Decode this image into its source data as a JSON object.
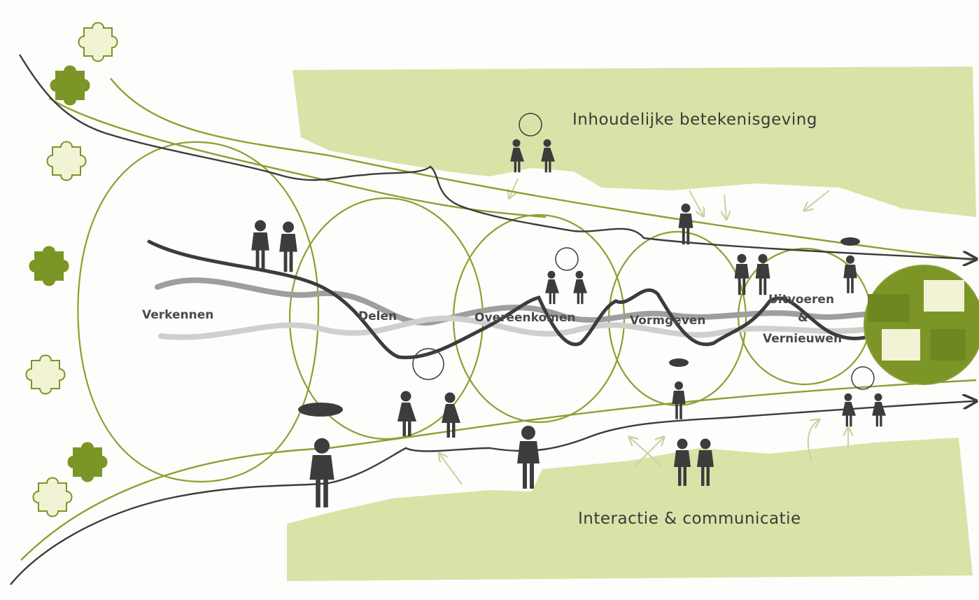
{
  "band_top_label": "Inhoudelijke betekenisgeving",
  "band_bottom_label": "Interactie & communicatie",
  "stages": {
    "s1": "Verkennen",
    "s2": "Delen",
    "s3": "Overeenkomen",
    "s4": "Vormgeven",
    "s5a": "Uitvoeren",
    "s5b": "&",
    "s5c": "Vernieuwen"
  },
  "colors": {
    "band": "#d9e3a8",
    "olive": "#7b9526",
    "line_olive": "#8aa032",
    "dark": "#3c3c3c",
    "gray": "#9e9e9e",
    "light_gray": "#cfcfcf",
    "puzzle_light": "#f2f3d4"
  }
}
